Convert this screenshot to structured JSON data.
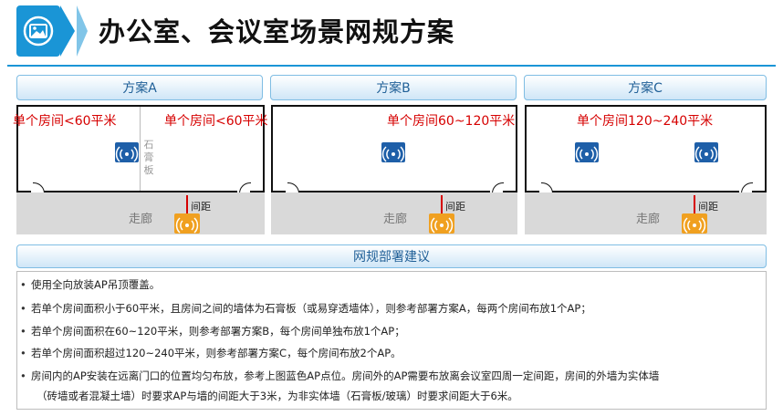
{
  "header": {
    "title": "办公室、会议室场景网规方案"
  },
  "schemes": [
    {
      "label": "方案A",
      "room_left_label": "单个房间<60平米",
      "room_right_label": "单个房间<60平米",
      "partition_label": [
        "石",
        "膏",
        "板"
      ],
      "corridor_label": "走廊"
    },
    {
      "label": "方案B",
      "room_label": "单个房间60~120平米",
      "distance_label": "间距",
      "corridor_label": "走廊"
    },
    {
      "label": "方案C",
      "room_label": "单个房间120~240平米",
      "distance_label": "间距",
      "corridor_label": "走廊"
    }
  ],
  "scheme_a_distance_label": "间距",
  "recommendations": {
    "title": "网规部署建议",
    "bullets": [
      "使用全向放装AP吊顶覆盖。",
      "若单个房间面积小于60平米，且房间之间的墙体为石膏板（或易穿透墙体），则参考部署方案A，每两个房间布放1个AP；",
      "若单个房间面积在60~120平米，则参考部署方案B，每个房间单独布放1个AP；",
      "若单个房间面积超过120~240平米，则参考部署方案C，每个房间布放2个AP。",
      "房间内的AP安装在远离门口的位置均匀布放，参考上图蓝色AP点位。房间外的AP需要布放离会议室四周一定间距，房间的外墙为实体墙",
      "（砖墙或者混凝土墙）时要求AP与墙的间距大于3米，为非实体墙（石膏板/玻璃）时要求间距大于6米。"
    ]
  },
  "colors": {
    "accent": "#1a95d6",
    "scheme_header_text": "#1f5f97",
    "room_label": "#d60000",
    "ap_indoor": "#1e5fa8",
    "ap_corridor": "#f0a020",
    "corridor": "#d9d9d9"
  },
  "icons": {
    "logo": "image-icon",
    "ap": "wifi-ap-icon"
  }
}
